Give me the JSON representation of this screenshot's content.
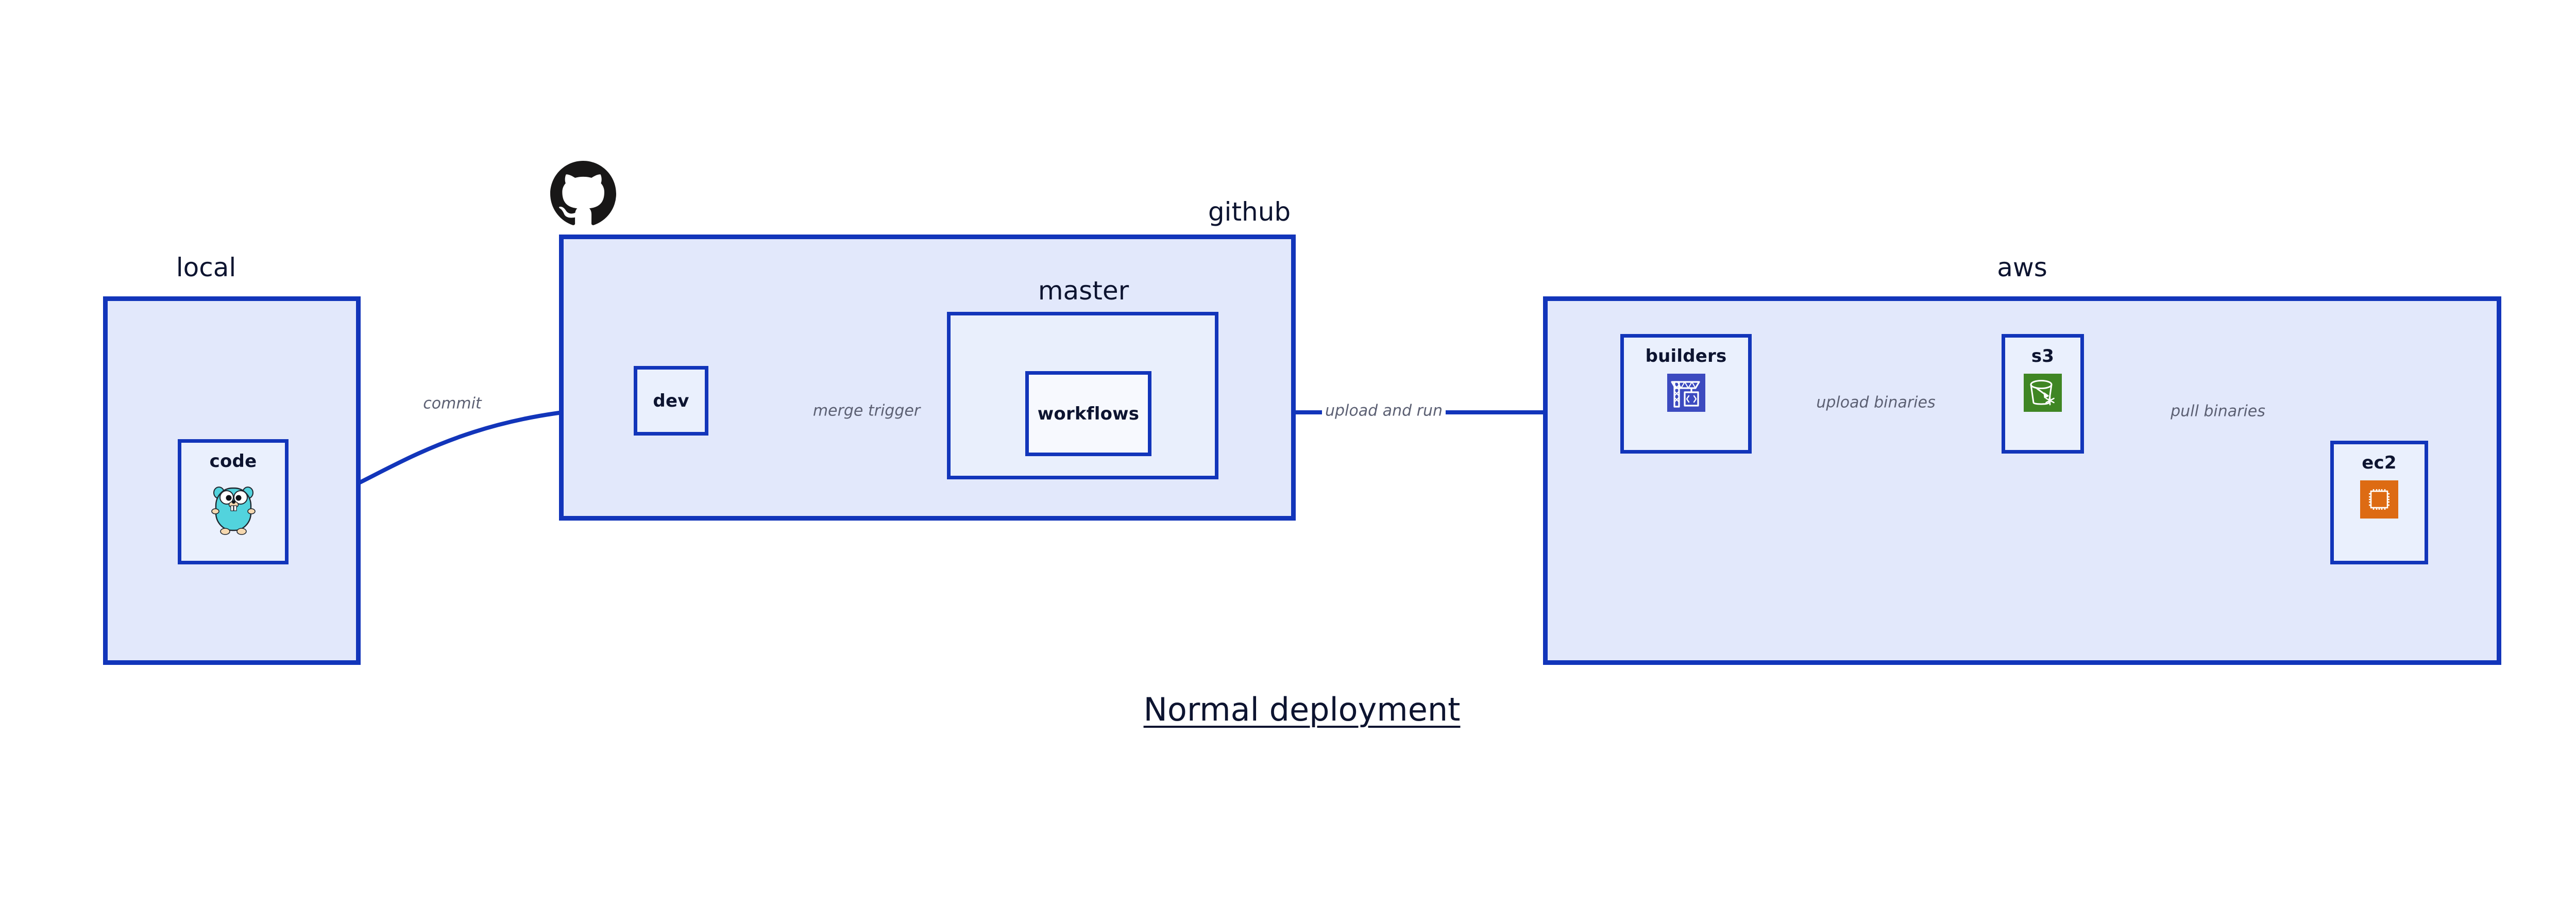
{
  "diagram": {
    "title": "Normal deployment",
    "background": "#ffffff",
    "accent_blue": "#1235ba",
    "cluster_fill": "#e2e8fb",
    "node_fill": "#eaf0fd",
    "label_gray": "#5c6073",
    "text_dark": "#0d1430"
  },
  "clusters": [
    {
      "id": "local",
      "label": "local"
    },
    {
      "id": "github",
      "label": "github",
      "icon": "github-octocat-icon"
    },
    {
      "id": "master",
      "label": "master"
    },
    {
      "id": "aws",
      "label": "aws"
    }
  ],
  "nodes": [
    {
      "id": "code",
      "label": "code",
      "icon": "go-gopher-icon",
      "cluster": "local"
    },
    {
      "id": "dev",
      "label": "dev",
      "icon": "none",
      "cluster": "github"
    },
    {
      "id": "workflows",
      "label": "workflows",
      "icon": "none",
      "cluster": "master"
    },
    {
      "id": "builders",
      "label": "builders",
      "icon": "aws-codebuild-icon",
      "cluster": "aws"
    },
    {
      "id": "s3",
      "label": "s3",
      "icon": "aws-s3-bucket-icon",
      "cluster": "aws"
    },
    {
      "id": "ec2",
      "label": "ec2",
      "icon": "aws-ec2-chip-icon",
      "cluster": "aws"
    }
  ],
  "edges": [
    {
      "id": "commit",
      "label": "commit",
      "from": "code",
      "to": "dev"
    },
    {
      "id": "merge-trigger",
      "label": "merge trigger",
      "from": "dev",
      "to": "workflows"
    },
    {
      "id": "upload-and-run",
      "label": "upload and run",
      "from": "workflows",
      "to": "builders"
    },
    {
      "id": "upload-binaries",
      "label": "upload binaries",
      "from": "builders",
      "to": "s3"
    },
    {
      "id": "pull-binaries",
      "label": "pull binaries",
      "from": "s3",
      "to": "ec2"
    }
  ],
  "icon_colors": {
    "codebuild_bg": "#3c4ac0",
    "s3_bg": "#3f8624",
    "ec2_bg": "#dd6b13",
    "gopher_body": "#52d3dd",
    "gopher_outline": "#20262e",
    "github_black": "#181717"
  }
}
